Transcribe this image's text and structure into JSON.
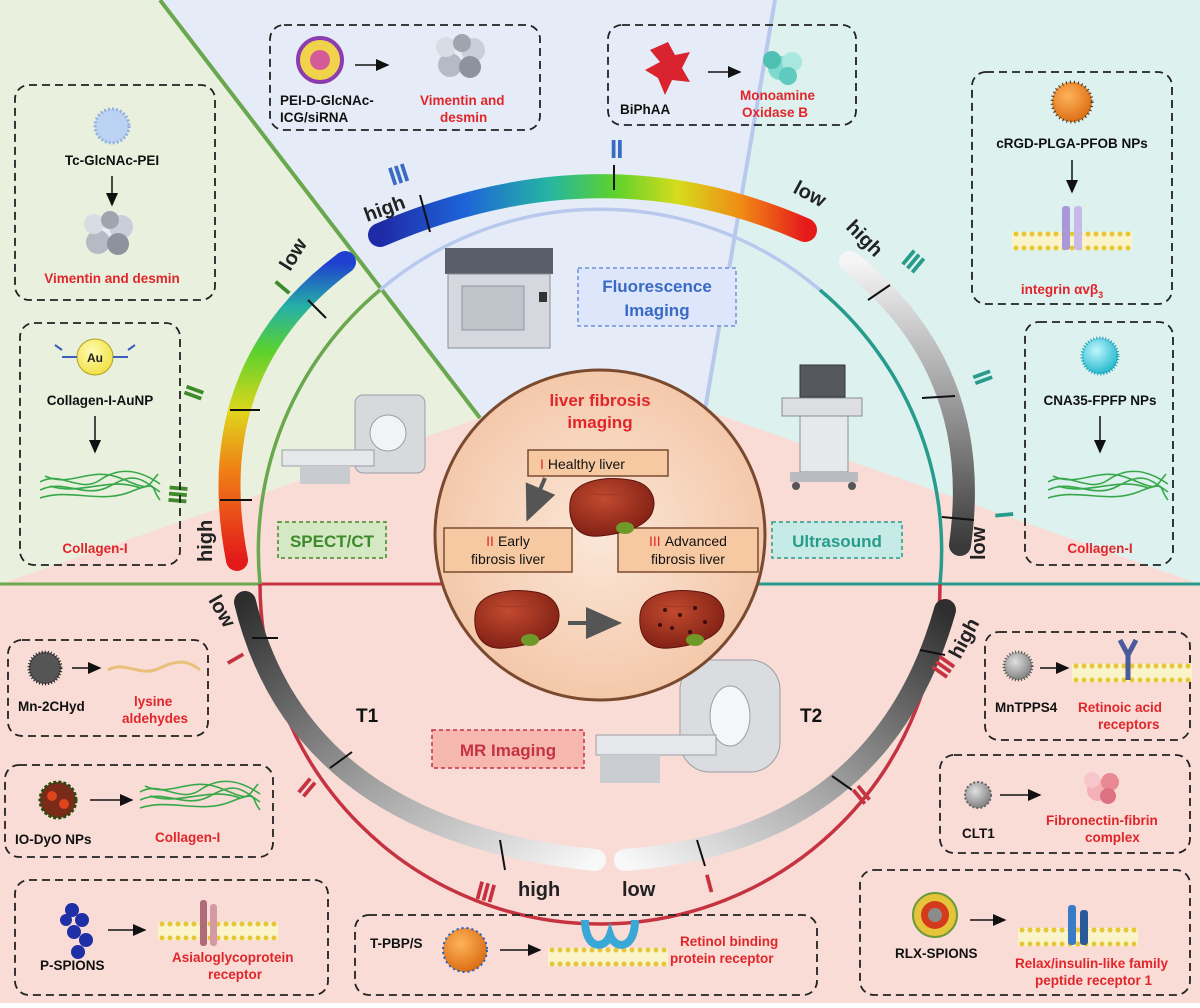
{
  "center": {
    "title_line1": "liver fibrosis",
    "title_line2": "imaging",
    "stage1_num": "I",
    "stage1_text": "Healthy liver",
    "stage2_num": "II",
    "stage2_line1": "Early",
    "stage2_line2": "fibrosis liver",
    "stage3_num": "III",
    "stage3_line1": "Advanced",
    "stage3_line2": "fibrosis liver"
  },
  "modalities": {
    "fluorescence_line1": "Fluorescence",
    "fluorescence_line2": "Imaging",
    "spect": "SPECT/CT",
    "ultrasound": "Ultrasound",
    "mr": "MR Imaging",
    "t1": "T1",
    "t2": "T2"
  },
  "scale": {
    "high": "high",
    "low": "low",
    "I": "I",
    "II": "II",
    "III": "III"
  },
  "probes": {
    "pei_line1": "PEI-D-GlcNAc-",
    "pei_line2": "ICG/siRNA",
    "pei_target_line1": "Vimentin and",
    "pei_target_line2": "desmin",
    "biphaa": "BiPhAA",
    "biphaa_target_line1": "Monoamine",
    "biphaa_target_line2": "Oxidase B",
    "tc": "Tc-GlcNAc-PEI",
    "tc_target": "Vimentin and desmin",
    "au_badge": "Au",
    "au": "Collagen-I-AuNP",
    "au_target": "Collagen-I",
    "crgd": "cRGD-PLGA-PFOB NPs",
    "crgd_target": "integrin αvβ",
    "crgd_target_sub": "3",
    "cna": "CNA35-FPFP NPs",
    "cna_target": "Collagen-I",
    "mn": "Mn-2CHyd",
    "mn_target_line1": "lysine",
    "mn_target_line2": "aldehydes",
    "io": "IO-DyO NPs",
    "io_target": "Collagen-I",
    "pspions": "P-SPIONS",
    "pspions_target_line1": "Asialoglycoprotein",
    "pspions_target_line2": "receptor",
    "tpbp": "T-PBP/S",
    "tpbp_target_line1": "Retinol binding",
    "tpbp_target_line2": "protein receptor",
    "mntpps": "MnTPPS4",
    "mntpps_target_line1": "Retinoic acid",
    "mntpps_target_line2": "receptors",
    "clt1": "CLT1",
    "clt1_target_line1": "Fibronectin-fibrin",
    "clt1_target_line2": "complex",
    "rlx": "RLX-SPIONS",
    "rlx_target_line1": "Relax/insulin-like family",
    "rlx_target_line2": "peptide receptor 1"
  },
  "colors": {
    "bg_fluorescence": "#e6ecf7",
    "bg_spect": "#e9f1de",
    "bg_ultrasound": "#ddf1ef",
    "bg_mr": "#f9dcd6",
    "label_red": "#e0262b",
    "green": "#3d8a2a",
    "blue": "#3a6bc4",
    "teal": "#279c8c",
    "mr_red": "#c63340"
  },
  "icons": [
    "scanner-icon",
    "fluorescence-imager-icon",
    "ultrasound-machine-icon",
    "mri-machine-icon",
    "liver-icon",
    "nanoparticle-icon",
    "protein-icon",
    "collagen-fiber-icon",
    "membrane-receptor-icon",
    "arrow-icon"
  ]
}
